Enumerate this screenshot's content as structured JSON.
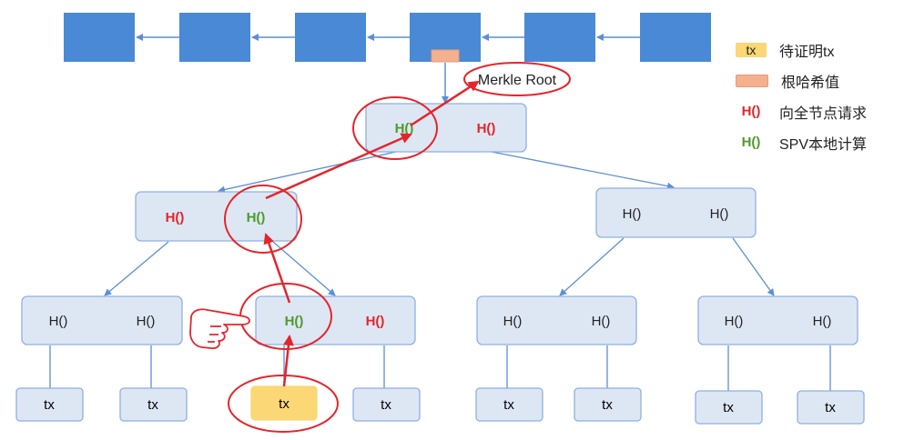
{
  "colors": {
    "block_fill": "#4a89d6",
    "node_fill": "#dde7f4",
    "node_stroke": "#8fb0e0",
    "edge": "#5b8fd6",
    "highlight": "#e5242b",
    "green_text": "#4e9a2a",
    "red_text": "#e5242b",
    "dark_text": "#222222",
    "tx_highlight_fill": "#fbd775",
    "root_hash_fill": "#f4b08f"
  },
  "icons": {
    "pointing_hand": "pointing-hand-icon"
  },
  "merkle_root_label": "Merkle Root",
  "nodes": {
    "root": {
      "left": "H()",
      "right": "H()",
      "left_color": "green",
      "right_color": "red"
    },
    "l1_left": {
      "left": "H()",
      "right": "H()",
      "left_color": "red",
      "right_color": "green"
    },
    "l1_right": {
      "left": "H()",
      "right": "H()",
      "left_color": "dark",
      "right_color": "dark"
    },
    "l2_a": {
      "left": "H()",
      "right": "H()",
      "left_color": "dark",
      "right_color": "dark"
    },
    "l2_b": {
      "left": "H()",
      "right": "H()",
      "left_color": "green",
      "right_color": "red"
    },
    "l2_c": {
      "left": "H()",
      "right": "H()",
      "left_color": "dark",
      "right_color": "dark"
    },
    "l2_d": {
      "left": "H()",
      "right": "H()",
      "left_color": "dark",
      "right_color": "dark"
    }
  },
  "leaves": [
    {
      "label": "tx",
      "highlight": false
    },
    {
      "label": "tx",
      "highlight": false
    },
    {
      "label": "tx",
      "highlight": true
    },
    {
      "label": "tx",
      "highlight": false
    },
    {
      "label": "tx",
      "highlight": false
    },
    {
      "label": "tx",
      "highlight": false
    },
    {
      "label": "tx",
      "highlight": false
    },
    {
      "label": "tx",
      "highlight": false
    }
  ],
  "legend": {
    "items": [
      {
        "swatch": "tx",
        "label": "待证明tx"
      },
      {
        "swatch": "",
        "label": "根哈希值"
      },
      {
        "swatch": "H()",
        "label": "向全节点请求"
      },
      {
        "swatch": "H()",
        "label": "SPV本地计算"
      }
    ]
  }
}
